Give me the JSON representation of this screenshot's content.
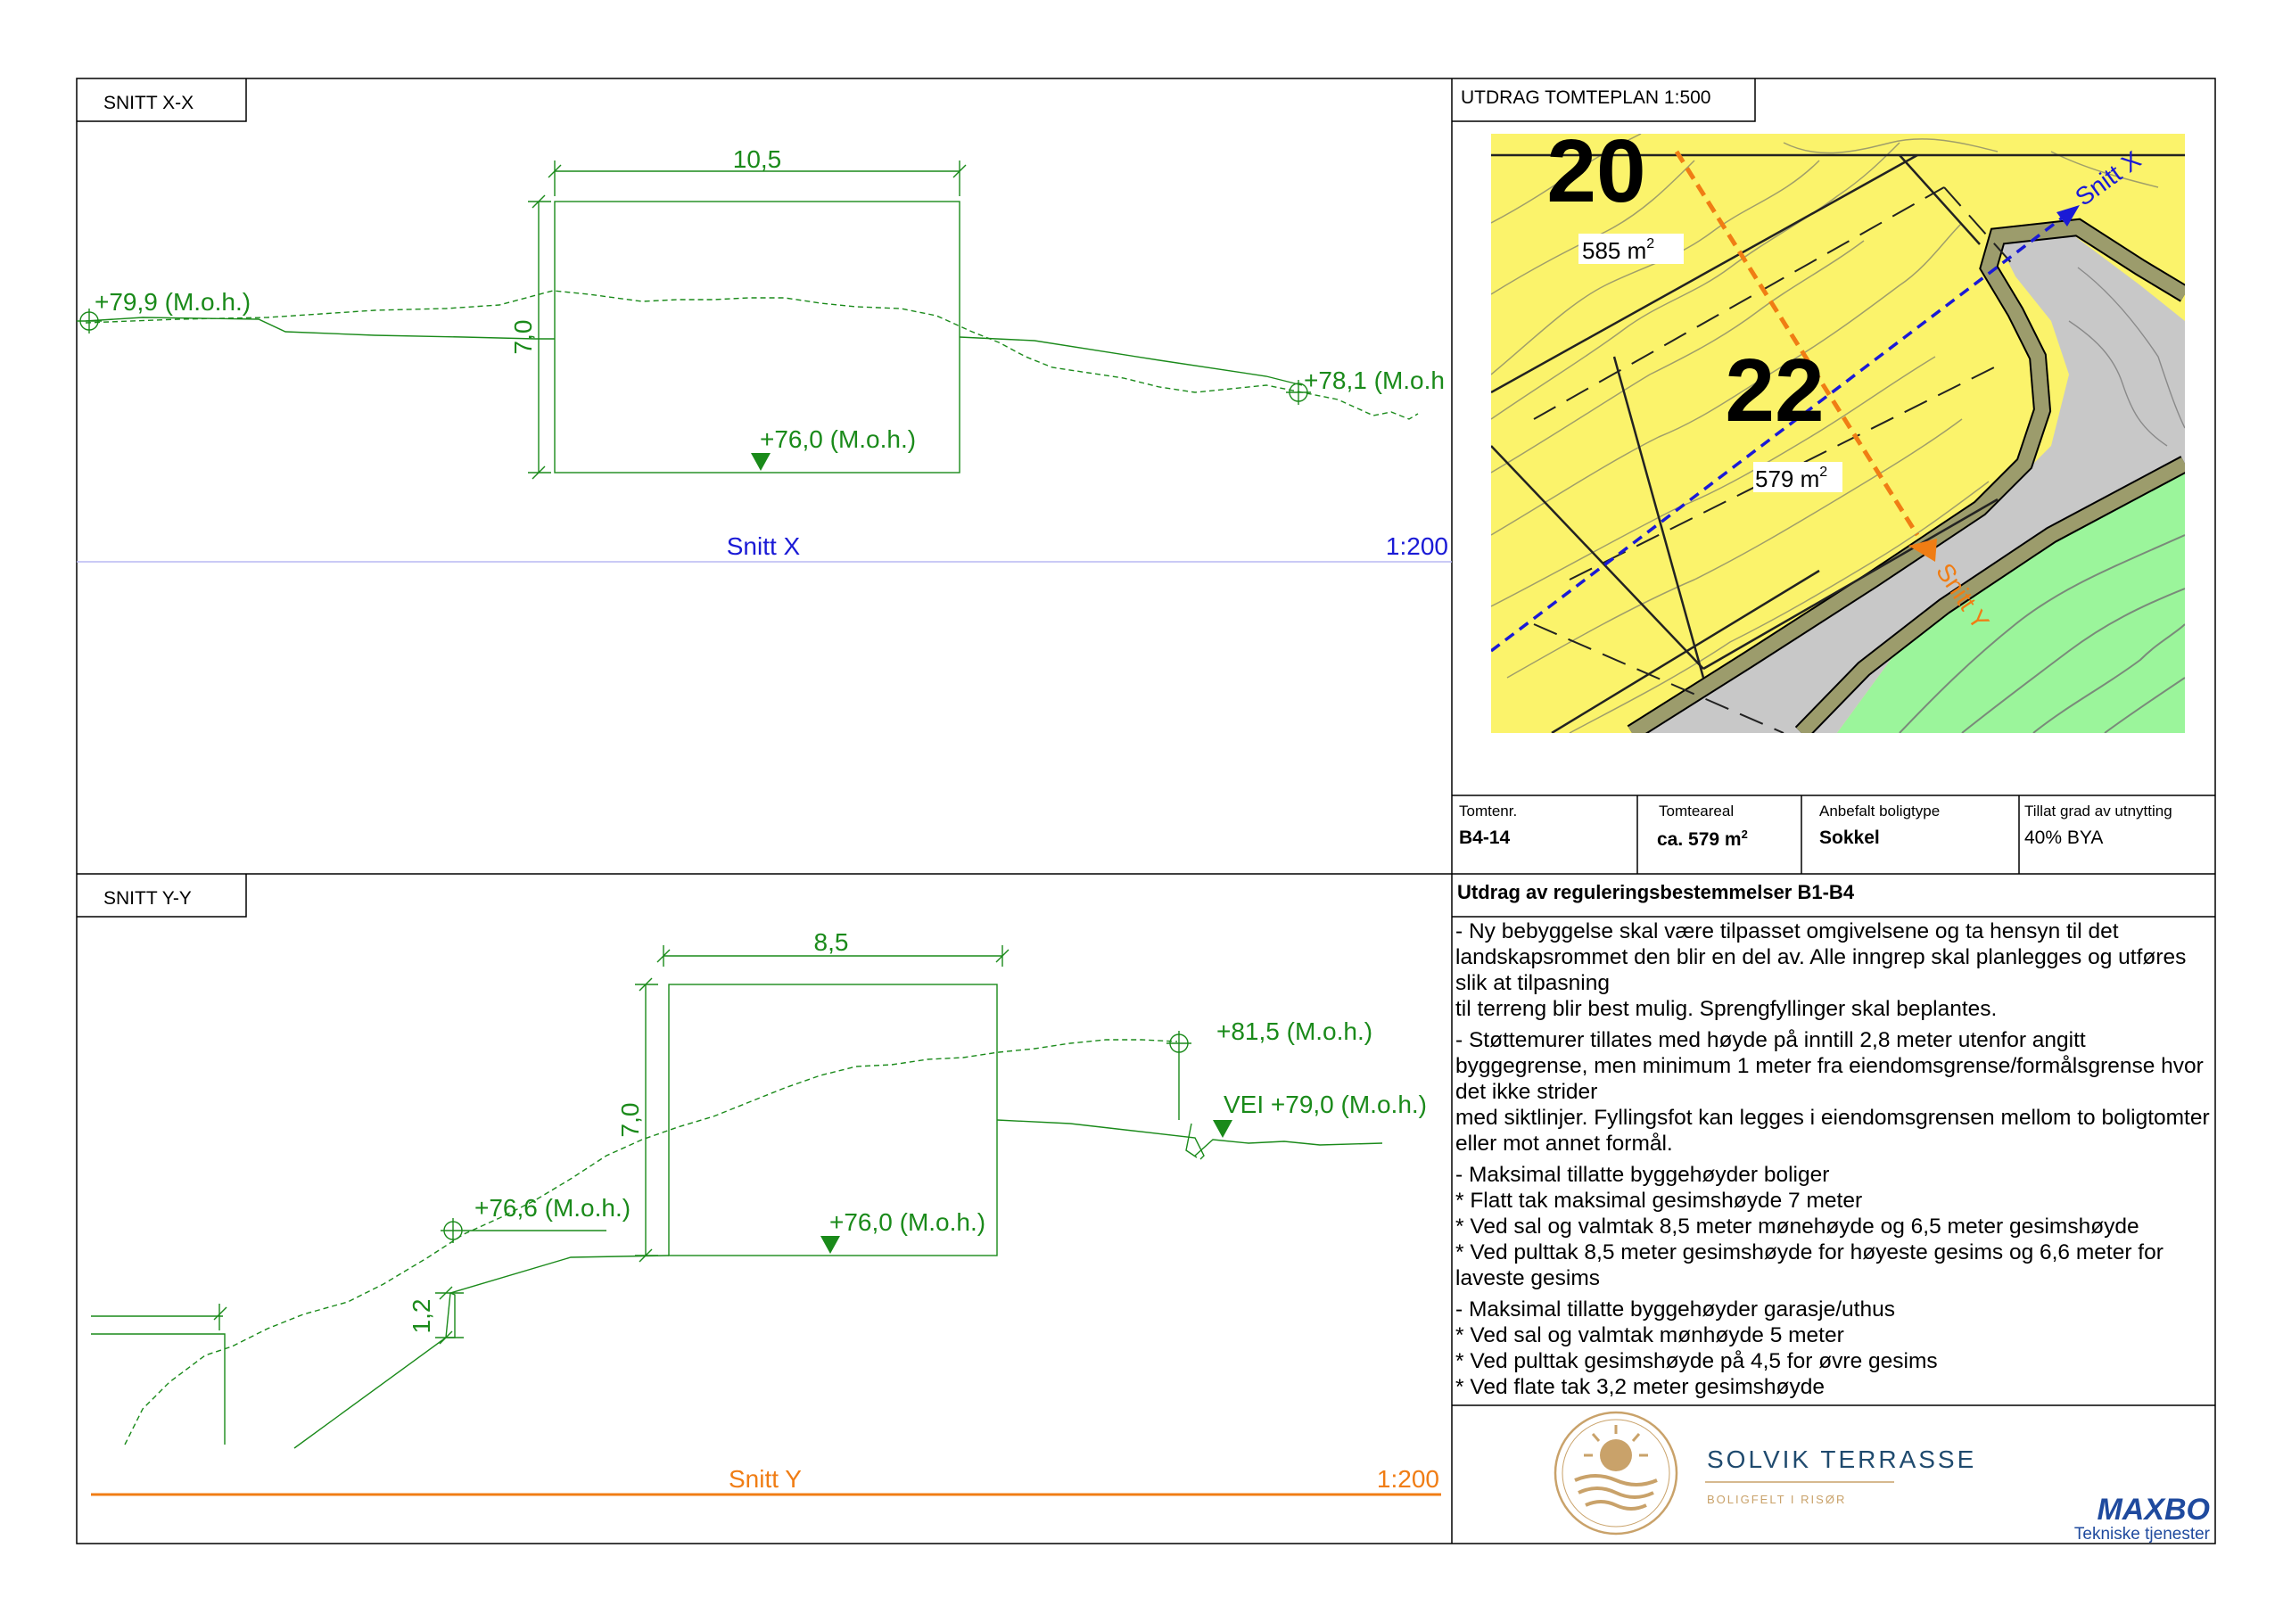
{
  "section_x": {
    "title": "SNITT X-X",
    "width_dim": "10,5",
    "height_dim": "7,0",
    "level_left": "+79,9 (M.o.h.)",
    "level_right": "+78,1 (M.o.h",
    "floor_level": "+76,0 (M.o.h.)",
    "line_label": "Snitt X",
    "scale": "1:200"
  },
  "section_y": {
    "title": "SNITT Y-Y",
    "width_dim": "8,5",
    "height_dim": "7,0",
    "wall_dim": "1,2",
    "level_left": "+76,6 (M.o.h.)",
    "level_top": "+81,5 (M.o.h.)",
    "level_road": "VEI +79,0 (M.o.h.)",
    "floor_level": "+76,0 (M.o.h.)",
    "line_label": "Snitt Y",
    "scale": "1:200"
  },
  "site_plan": {
    "title": "UTDRAG TOMTEPLAN 1:500",
    "plot_top": "20",
    "plot_main": "22",
    "area_top": "585 m",
    "area_main": "579 m",
    "sup": "2",
    "snitt_x": "Snitt X",
    "snitt_y": "Snitt Y",
    "colors": {
      "yellow": "#fbf36b",
      "grey": "#c8c8c8",
      "green": "#9bf59b",
      "road_edge": "#9c9c6c",
      "snitt_x": "#1a1ad6",
      "snitt_y": "#f07d14"
    }
  },
  "info_table": {
    "headers": [
      "Tomtenr.",
      "Tomteareal",
      "Anbefalt boligtype",
      "Tillat grad av utnytting"
    ],
    "values": [
      "B4-14",
      "ca. 579 m",
      "Sokkel",
      "40% BYA"
    ],
    "area_sup": "2"
  },
  "regulations": {
    "title": "Utdrag av reguleringsbestemmelser B1-B4",
    "paragraphs": [
      "- Ny bebyggelse skal være tilpasset omgivelsene og ta hensyn til det landskapsrommet den blir en del av. Alle inngrep skal planlegges og utføres slik at tilpasning\n  til terreng blir best mulig. Sprengfyllinger skal beplantes.",
      "- Støttemurer tillates med høyde på inntill 2,8 meter utenfor angitt byggegrense, men minimum 1 meter fra eiendomsgrense/formålsgrense hvor det ikke strider\nmed siktlinjer. Fyllingsfot kan legges i eiendomsgrensen mellom to boligtomter eller mot annet formål.",
      "- Maksimal tillatte byggehøyder boliger\n* Flatt tak maksimal gesimshøyde 7 meter\n* Ved sal og valmtak 8,5 meter mønehøyde og 6,5 meter gesimshøyde\n* Ved pulttak 8,5 meter gesimshøyde for høyeste gesims og 6,6 meter for laveste gesims",
      "- Maksimal tillatte byggehøyder garasje/uthus\n* Ved sal og valmtak mønhøyde 5 meter\n* Ved pulttak gesimshøyde på 4,5 for øvre gesims\n* Ved flate tak 3,2 meter gesimshøyde"
    ]
  },
  "branding": {
    "project_name": "SOLVIK TERRASSE",
    "project_sub": "BOLIGFELT I RISØR",
    "company": "MAXBO",
    "company_sub": "Tekniske tjenester",
    "gold": "#c9a26a",
    "navy": "#1f4a6e"
  }
}
